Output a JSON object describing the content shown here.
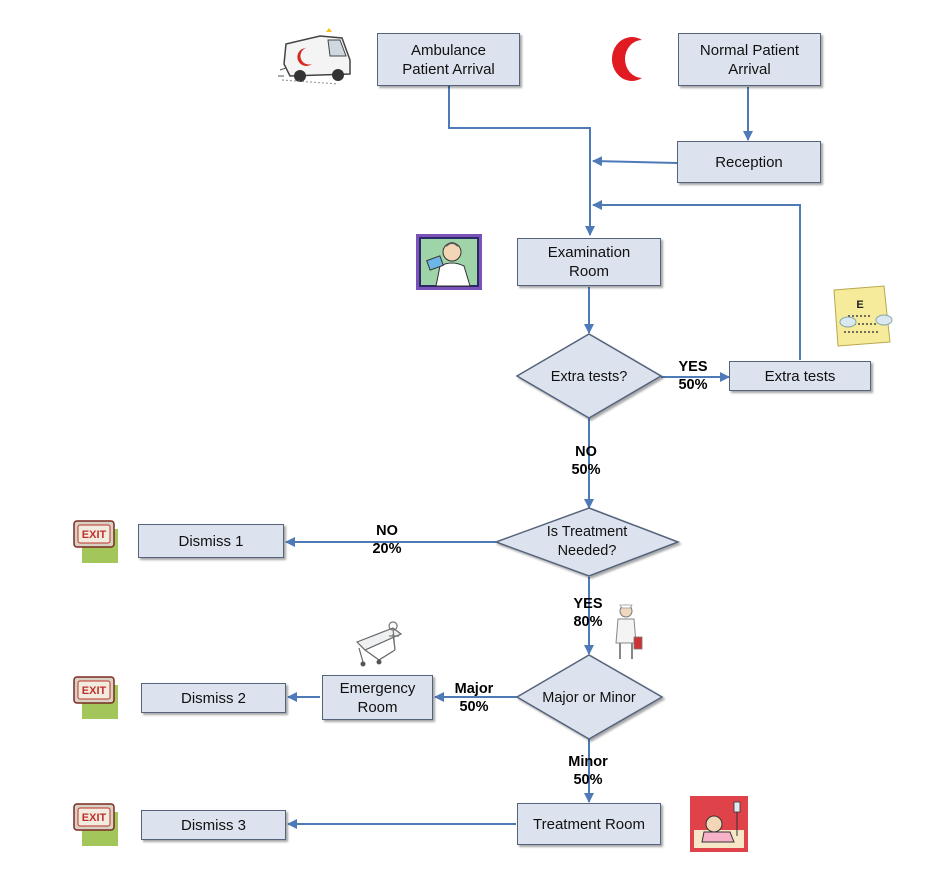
{
  "colors": {
    "box_fill": "#dde3ee",
    "box_border": "#55647c",
    "arrow": "#4f7ab8",
    "exit_red": "#c0302a",
    "exit_green": "#a3c65a"
  },
  "nodes": {
    "ambulance": {
      "line1": "Ambulance",
      "line2": "Patient Arrival"
    },
    "normal": {
      "line1": "Normal Patient",
      "line2": "Arrival"
    },
    "reception": "Reception",
    "examination": {
      "line1": "Examination",
      "line2": "Room"
    },
    "extra_tests_decision": "Extra tests?",
    "extra_tests": "Extra tests",
    "treatment_decision": {
      "line1": "Is Treatment",
      "line2": "Needed?"
    },
    "dismiss1": "Dismiss 1",
    "major_minor": "Major or Minor",
    "emergency": {
      "line1": "Emergency",
      "line2": "Room"
    },
    "dismiss2": "Dismiss 2",
    "treatment_room": "Treatment Room",
    "dismiss3": "Dismiss 3"
  },
  "edges": {
    "extra_yes": {
      "label": "YES",
      "pct": "50%"
    },
    "extra_no": {
      "label": "NO",
      "pct": "50%"
    },
    "treat_no": {
      "label": "NO",
      "pct": "20%"
    },
    "treat_yes": {
      "label": "YES",
      "pct": "80%"
    },
    "major": {
      "label": "Major",
      "pct": "50%"
    },
    "minor": {
      "label": "Minor",
      "pct": "50%"
    }
  },
  "icons": {
    "ambulance": "ambulance-icon",
    "crescent": "red-crescent-icon",
    "doctor": "doctor-icon",
    "eye_chart": "eye-chart-icon",
    "stretcher": "stretcher-icon",
    "nurse": "nurse-icon",
    "patient_bed": "patient-bed-icon",
    "exit_sign": "exit-icon",
    "exit_text": "EXIT"
  }
}
